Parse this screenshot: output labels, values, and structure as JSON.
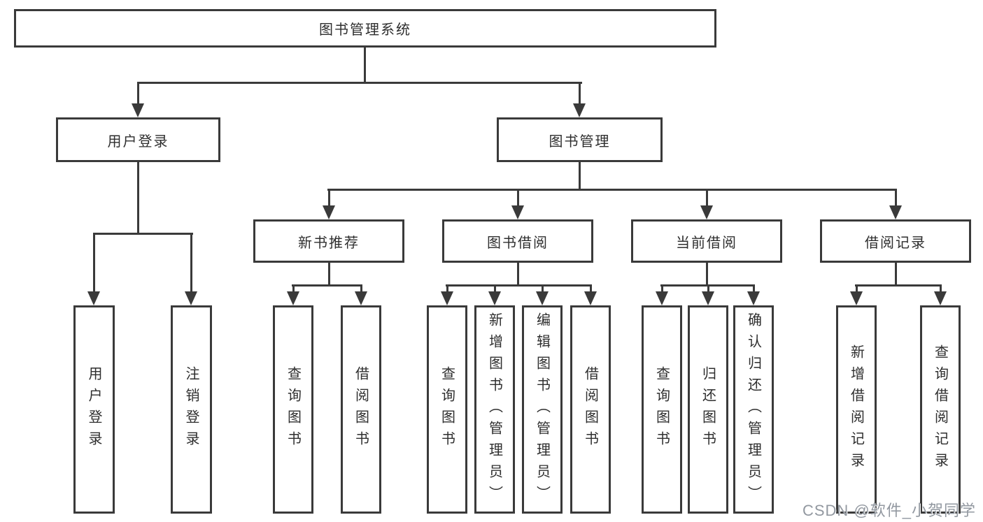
{
  "diagram": {
    "root": {
      "label": "图书管理系统"
    },
    "branches": [
      {
        "label": "用户登录",
        "children": [
          {
            "label": "用户登录"
          },
          {
            "label": "注销登录"
          }
        ]
      },
      {
        "label": "图书管理",
        "children": [
          {
            "label": "新书推荐",
            "children": [
              {
                "label": "查询图书"
              },
              {
                "label": "借阅图书"
              }
            ]
          },
          {
            "label": "图书借阅",
            "children": [
              {
                "label": "查询图书"
              },
              {
                "label": "新增图书（管理员）"
              },
              {
                "label": "编辑图书（管理员）"
              },
              {
                "label": "借阅图书"
              }
            ]
          },
          {
            "label": "当前借阅",
            "children": [
              {
                "label": "查询图书"
              },
              {
                "label": "归还图书"
              },
              {
                "label": "确认归还（管理员）"
              }
            ]
          },
          {
            "label": "借阅记录",
            "children": [
              {
                "label": "新增借阅记录"
              },
              {
                "label": "查询借阅记录"
              }
            ]
          }
        ]
      }
    ]
  },
  "watermark": {
    "text": "CSDN @软件_小贺同学"
  },
  "colors": {
    "line": "#3a3a3a",
    "border": "#3a3a3a",
    "text": "#2e2e2e",
    "background": "#ffffff",
    "watermark": "#9298a0"
  }
}
